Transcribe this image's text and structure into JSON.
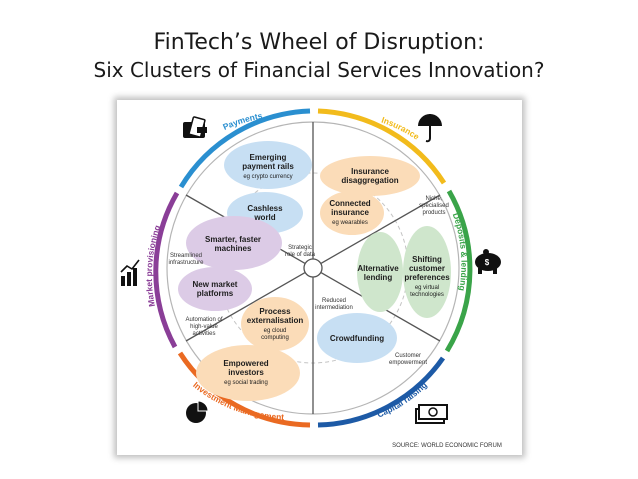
{
  "title": {
    "line1": "FinTech’s Wheel of Disruption:",
    "line2": "Six Clusters of Financial Services Innovation?"
  },
  "colors": {
    "payments": "#2a8fd0",
    "insurance": "#f2bb1c",
    "deposits": "#3aa449",
    "capital": "#1d5aa6",
    "investment": "#ea6a22",
    "market": "#8a3e97",
    "blob_blue": "#c7dff3",
    "blob_orange": "#fbdcb8",
    "blob_purple": "#dccbe6",
    "blob_green": "#cfe6cc"
  },
  "segments": {
    "payments": "Payments",
    "insurance": "Insurance",
    "deposits": "Deposits & lending",
    "capital": "Capital raising",
    "investment": "Investment Management",
    "market": "Market provisioning"
  },
  "icons": {
    "payments": "wallet-icon",
    "insurance": "umbrella-icon",
    "deposits": "piggy-bank-icon",
    "capital": "banknotes-icon",
    "investment": "pie-chart-icon",
    "market": "bar-chart-icon"
  },
  "clusters": {
    "emerging": {
      "l1": "Emerging",
      "l2": "payment rails",
      "sub": "eg crypto currency"
    },
    "cashless": {
      "l1": "Cashless",
      "l2": "world"
    },
    "ins_disagg": {
      "l1": "Insurance",
      "l2": "disaggregation"
    },
    "connected": {
      "l1": "Connected",
      "l2": "insurance",
      "sub": "eg wearables"
    },
    "alt_lending": {
      "l1": "Alternative",
      "l2": "lending"
    },
    "shifting": {
      "l1": "Shifting",
      "l2": "customer",
      "l3": "preferences",
      "sub1": "eg virtual",
      "sub2": "technologies"
    },
    "crowdfunding": {
      "l1": "Crowdfunding"
    },
    "process": {
      "l1": "Process",
      "l2": "externalisation",
      "sub1": "eg cloud",
      "sub2": "computing"
    },
    "empowered": {
      "l1": "Empowered",
      "l2": "investors",
      "sub": "eg social trading"
    },
    "smarter": {
      "l1": "Smarter, faster",
      "l2": "machines"
    },
    "new_market": {
      "l1": "New market",
      "l2": "platforms"
    }
  },
  "annotations": {
    "strategic": {
      "l1": "Strategic",
      "l2": "role of data"
    },
    "niche": {
      "l1": "Niche,",
      "l2": "specialised",
      "l3": "products"
    },
    "reduced": {
      "l1": "Reduced",
      "l2": "intermediation"
    },
    "customer_emp": {
      "l1": "Customer",
      "l2": "empowerment"
    },
    "automation": {
      "l1": "Automation of",
      "l2": "high-value",
      "l3": "activities"
    },
    "streamlined": {
      "l1": "Streamlined",
      "l2": "infrastructure"
    }
  },
  "source": "SOURCE: WORLD ECONOMIC FORUM"
}
